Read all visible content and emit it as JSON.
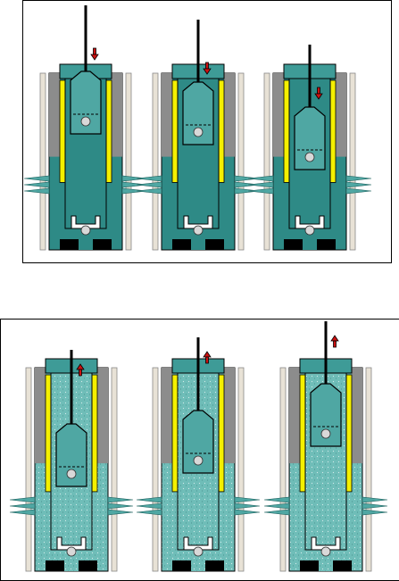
{
  "figure": {
    "panels": [
      {
        "id": "downstroke",
        "stroke_direction": "down",
        "stages": 3
      },
      {
        "id": "upstroke",
        "stroke_direction": "up",
        "stages": 3
      }
    ]
  },
  "colors": {
    "fluid": "#2e8a86",
    "fluid_light": "#4fa7a3",
    "fluid_speckled": "#6fbdb8",
    "barrel": "#3e9b97",
    "tubing_gray": "#8c8c8c",
    "casing": "#e8e2d6",
    "packing_yellow": "#f4f000",
    "black": "#000000",
    "arrow_red": "#cc1111",
    "ball": "#d8d8d8"
  },
  "icons": {
    "direction_down": "red-down-arrow-icon",
    "direction_up": "red-up-arrow-icon"
  }
}
